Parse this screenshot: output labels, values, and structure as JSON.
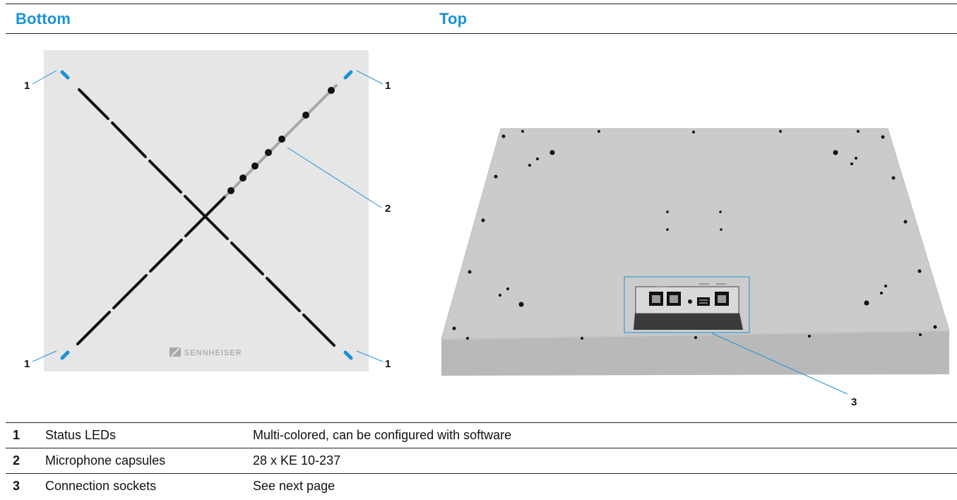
{
  "headings": {
    "bottom": "Bottom",
    "top": "Top"
  },
  "figure": {
    "brand": "SENNHEISER",
    "callouts": {
      "leds": "1",
      "capsules": "2",
      "sockets": "3"
    }
  },
  "legend": [
    {
      "number": "1",
      "name": "Status LEDs",
      "description": "Multi-colored, can be configured with software"
    },
    {
      "number": "2",
      "name": "Microphone capsules",
      "description": "28 x KE 10-237"
    },
    {
      "number": "3",
      "name": "Connection sockets",
      "description": "See next page"
    }
  ],
  "colors": {
    "accent": "#1a93d6",
    "led": "#1a93d6",
    "panel": "#e6e6e6"
  },
  "icons": {
    "brand_logo": "sennheiser-logo-icon"
  }
}
